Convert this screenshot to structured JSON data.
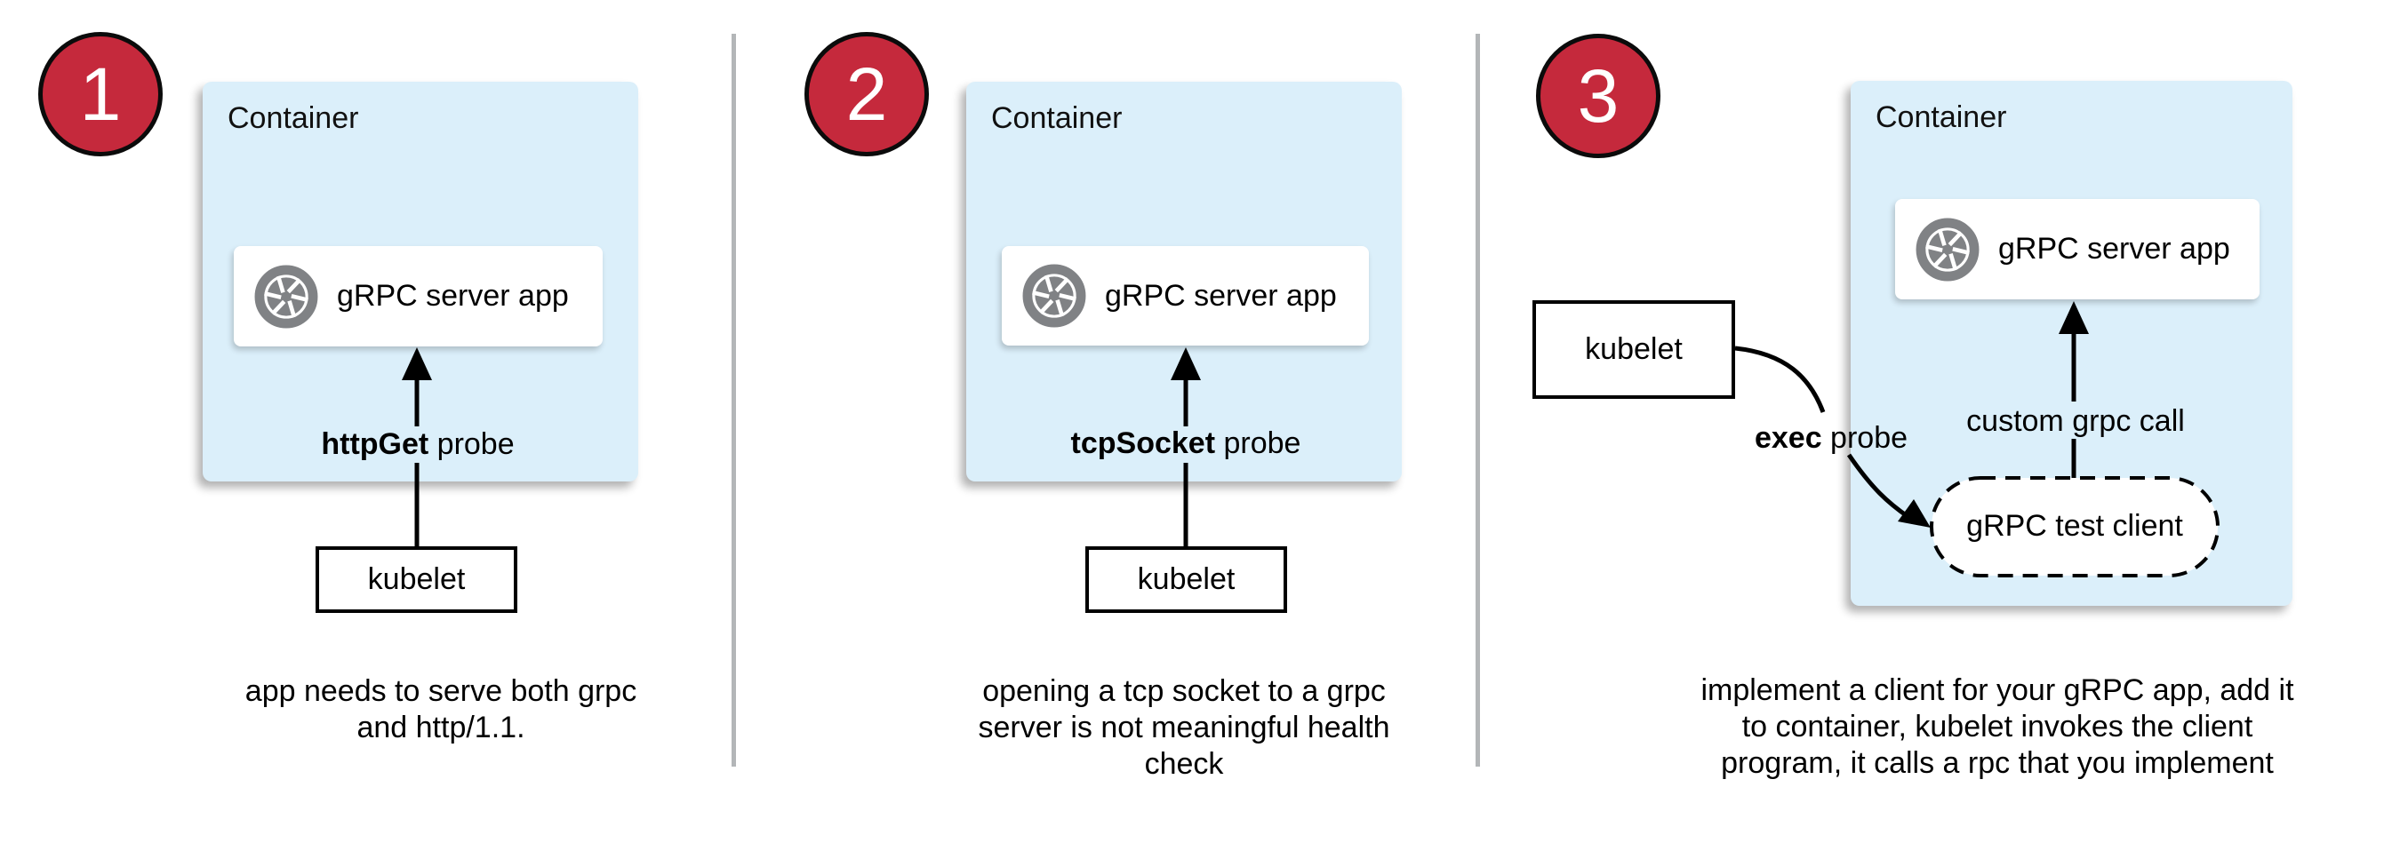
{
  "panels": [
    {
      "number": "1",
      "container_label": "Container",
      "app_label": "gRPC server app",
      "probe_bold": "httpGet",
      "probe_rest": " probe",
      "kubelet_label": "kubelet",
      "caption": [
        "app needs to serve both grpc",
        "and http/1.1."
      ]
    },
    {
      "number": "2",
      "container_label": "Container",
      "app_label": "gRPC server app",
      "probe_bold": "tcpSocket",
      "probe_rest": " probe",
      "kubelet_label": "kubelet",
      "caption": [
        "opening a tcp socket to a grpc",
        "server is not meaningful health",
        "check"
      ]
    },
    {
      "number": "3",
      "container_label": "Container",
      "app_label": "gRPC server app",
      "probe_bold": "exec",
      "probe_rest": " probe",
      "kubelet_label": "kubelet",
      "custom_call_label": "custom grpc call",
      "test_client_label": "gRPC test client",
      "caption": [
        "implement a client for your gRPC app, add it",
        "to container, kubelet invokes the client",
        "program, it calls a rpc that you implement"
      ]
    }
  ],
  "icons": {
    "app_icon": "aperture-shutter-icon"
  },
  "colors": {
    "container_fill": "#dbeffa",
    "step_circle_fill": "#c5293c",
    "step_circle_border": "#0b0b0b",
    "icon_gray": "#808285",
    "divider": "#b3b6b8",
    "line_black": "#000000",
    "text_black": "#111111"
  }
}
